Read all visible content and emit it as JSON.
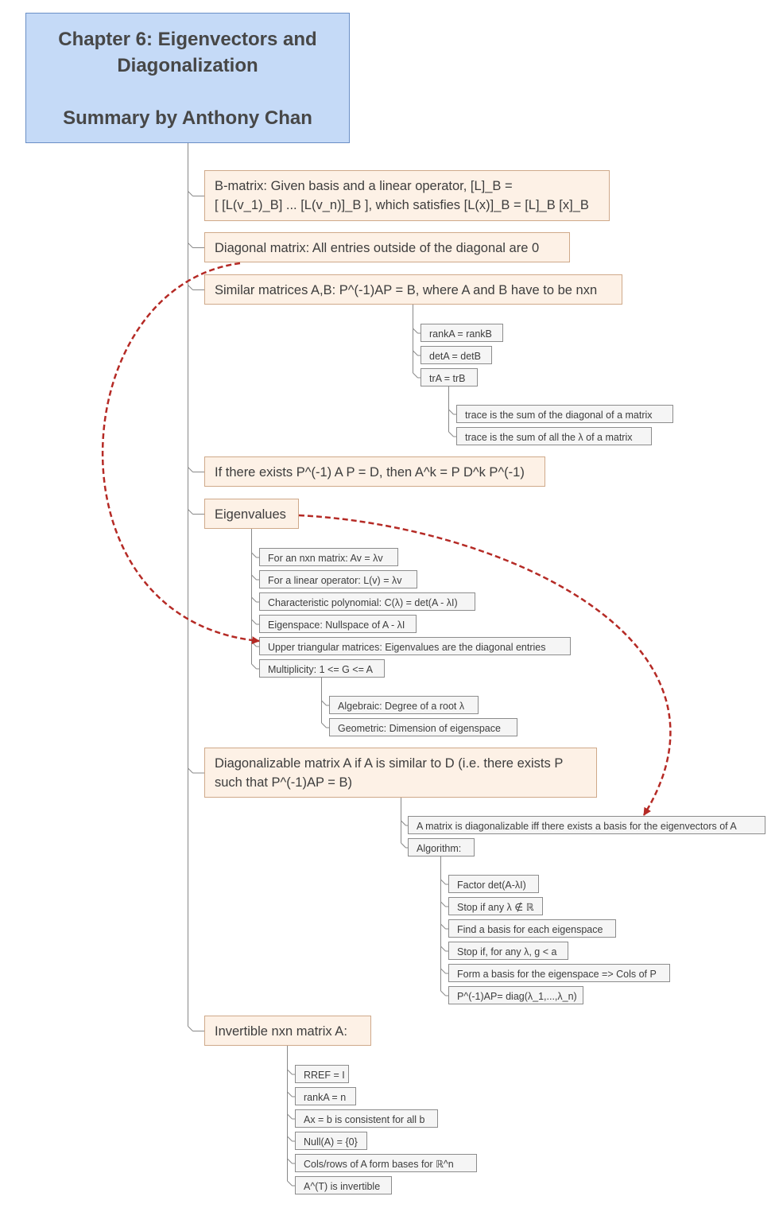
{
  "root": {
    "title_line1": "Chapter 6: Eigenvectors and",
    "title_line2": "Diagonalization",
    "subtitle": "Summary by Anthony Chan"
  },
  "colors": {
    "root_fill": "#c5daf7",
    "topic_fill": "#fdf1e6",
    "subtopic_fill": "#f5f5f5",
    "connector": "#888888",
    "relationship_arrow": "#b52a25"
  },
  "topics": [
    {
      "id": "bmatrix",
      "lines": [
        "B-matrix: Given basis and a linear operator, [L]_B =",
        "[ [L(v_1)_B] ... [L(v_n)]_B ], which satisfies [L(x)]_B = [L]_B [x]_B"
      ],
      "children": []
    },
    {
      "id": "diagonal",
      "lines": [
        "Diagonal matrix: All entries outside of the diagonal are 0"
      ],
      "children": []
    },
    {
      "id": "similar",
      "lines": [
        "Similar matrices A,B: P^(-1)AP = B, where A and B have to be nxn"
      ],
      "children": [
        {
          "id": "rank",
          "text": "rankA = rankB",
          "children": []
        },
        {
          "id": "det",
          "text": "detA = detB",
          "children": []
        },
        {
          "id": "tr",
          "text": "trA = trB",
          "children": [
            {
              "id": "trace1",
              "text": "trace is the sum of the diagonal of a matrix"
            },
            {
              "id": "trace2",
              "text": "trace is the sum of all the λ of a matrix"
            }
          ]
        }
      ]
    },
    {
      "id": "power",
      "lines": [
        "If there exists P^(-1) A P = D, then A^k = P D^k P^(-1)"
      ],
      "children": []
    },
    {
      "id": "eigenvalues",
      "lines": [
        "Eigenvalues"
      ],
      "children": [
        {
          "id": "nxn",
          "text": "For an nxn matrix: Av = λv",
          "children": []
        },
        {
          "id": "linop",
          "text": "For a linear operator: L(v) = λv",
          "children": []
        },
        {
          "id": "charpoly",
          "text": "Characteristic polynomial: C(λ) = det(A - λI)",
          "children": []
        },
        {
          "id": "eigenspace",
          "text": "Eigenspace: Nullspace of A - λI",
          "children": []
        },
        {
          "id": "uppertri",
          "text": "Upper triangular matrices: Eigenvalues are the diagonal entries",
          "children": []
        },
        {
          "id": "multiplicity",
          "text": "Multiplicity: 1 <= G <= A",
          "children": [
            {
              "id": "algebraic",
              "text": "Algebraic: Degree of a root λ"
            },
            {
              "id": "geometric",
              "text": "Geometric: Dimension of eigenspace"
            }
          ]
        }
      ]
    },
    {
      "id": "diagonalizable",
      "lines": [
        "Diagonalizable matrix A if A is similar to D (i.e. there exists P",
        "such that P^(-1)AP = B)"
      ],
      "children": [
        {
          "id": "iff",
          "text": "A matrix is diagonalizable iff there exists a basis for the eigenvectors of A",
          "children": []
        },
        {
          "id": "algorithm",
          "text": "Algorithm:",
          "children": [
            {
              "id": "alg1",
              "text": "Factor det(A-λI)"
            },
            {
              "id": "alg2",
              "text": "Stop if any λ ∉ ℝ"
            },
            {
              "id": "alg3",
              "text": "Find a basis for each eigenspace"
            },
            {
              "id": "alg4",
              "text": "Stop if, for any λ, g < a"
            },
            {
              "id": "alg5",
              "text": "Form a basis for the eigenspace => Cols of P"
            },
            {
              "id": "alg6",
              "text": "P^(-1)AP= diag(λ_1,...,λ_n)"
            }
          ]
        }
      ]
    },
    {
      "id": "invertible",
      "lines": [
        "Invertible nxn matrix A:"
      ],
      "children": [
        {
          "id": "inv1",
          "text": "RREF = I",
          "children": []
        },
        {
          "id": "inv2",
          "text": "rankA = n",
          "children": []
        },
        {
          "id": "inv3",
          "text": "Ax = b is consistent for all b",
          "children": []
        },
        {
          "id": "inv4",
          "text": "Null(A) = {0}",
          "children": []
        },
        {
          "id": "inv5",
          "text": "Cols/rows of A form bases for ℝ^n",
          "children": []
        },
        {
          "id": "inv6",
          "text": "A^(T) is invertible",
          "children": []
        }
      ]
    }
  ],
  "relationships": [
    {
      "from": "diagonal",
      "to": "uppertri"
    },
    {
      "from": "eigenvalues",
      "to": "iff"
    }
  ]
}
